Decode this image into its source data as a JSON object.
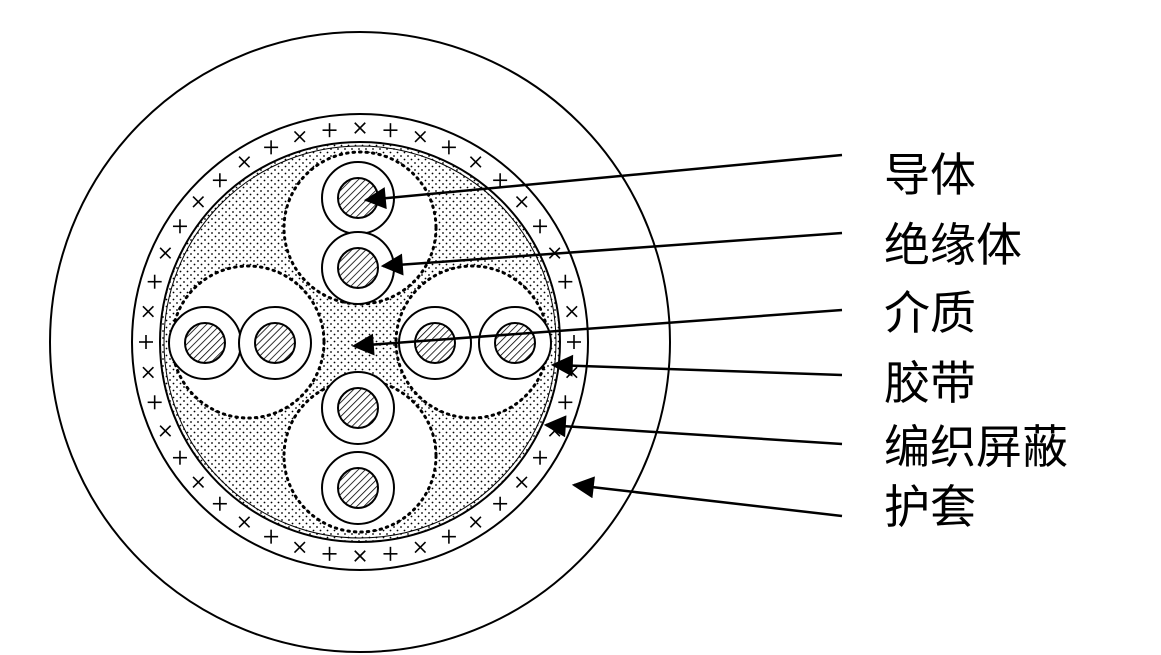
{
  "diagram": {
    "labels": [
      {
        "key": "conductor",
        "text": "导体"
      },
      {
        "key": "insulation",
        "text": "绝缘体"
      },
      {
        "key": "dielectric",
        "text": "介质"
      },
      {
        "key": "tape",
        "text": "胶带"
      },
      {
        "key": "braid-shield",
        "text": "编织屏蔽"
      },
      {
        "key": "jacket",
        "text": "护套"
      }
    ],
    "colors": {
      "stroke": "#000000",
      "background": "#ffffff"
    }
  }
}
